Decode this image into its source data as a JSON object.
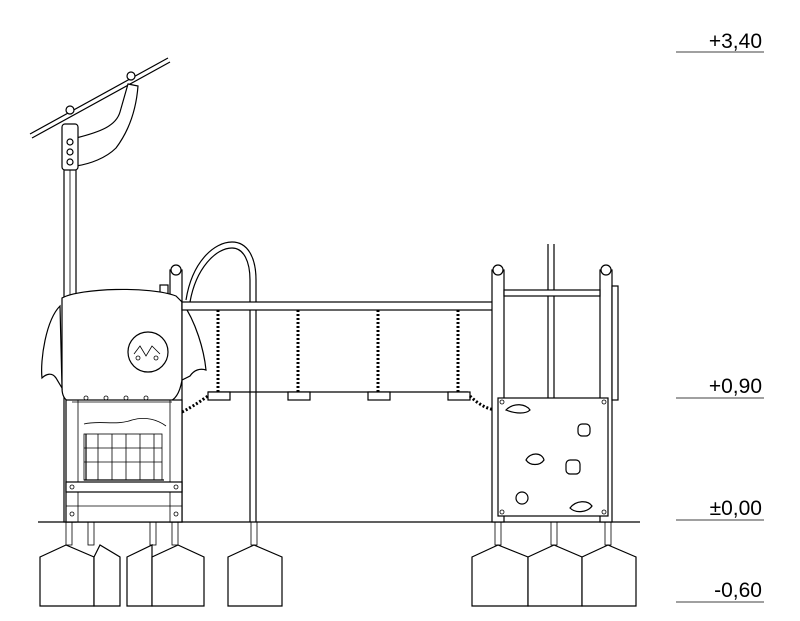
{
  "drawing": {
    "type": "elevation",
    "levels": [
      {
        "label": "+3,40",
        "value": 3.4
      },
      {
        "label": "+0,90",
        "value": 0.9
      },
      {
        "label": "±0,00",
        "value": 0.0
      },
      {
        "label": "-0,60",
        "value": -0.6
      }
    ]
  }
}
